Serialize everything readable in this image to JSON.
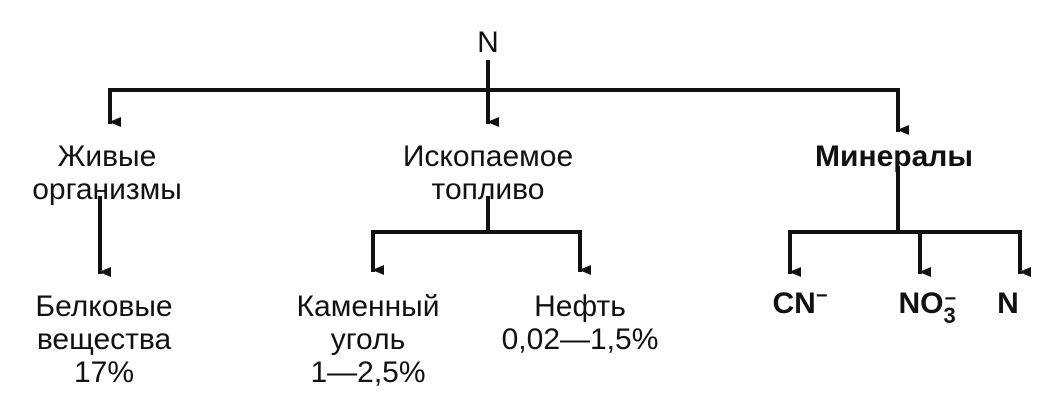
{
  "root": "N",
  "branches": {
    "living": {
      "line1": "Живые",
      "line2": "организмы",
      "child": {
        "line1": "Белковые",
        "line2": "вещества",
        "line3": "17%"
      }
    },
    "fossil": {
      "line1": "Ископаемое",
      "line2": "топливо",
      "coal": {
        "line1": "Каменный",
        "line2": "уголь",
        "line3": "1—2,5%"
      },
      "oil": {
        "line1": "Нефть",
        "line2": "0,02—1,5%"
      }
    },
    "minerals": {
      "label": "Минералы",
      "cn": {
        "base": "CN",
        "charge": "−"
      },
      "no3": {
        "base": "NO",
        "sub": "3",
        "charge": "−"
      },
      "n": "N"
    }
  }
}
